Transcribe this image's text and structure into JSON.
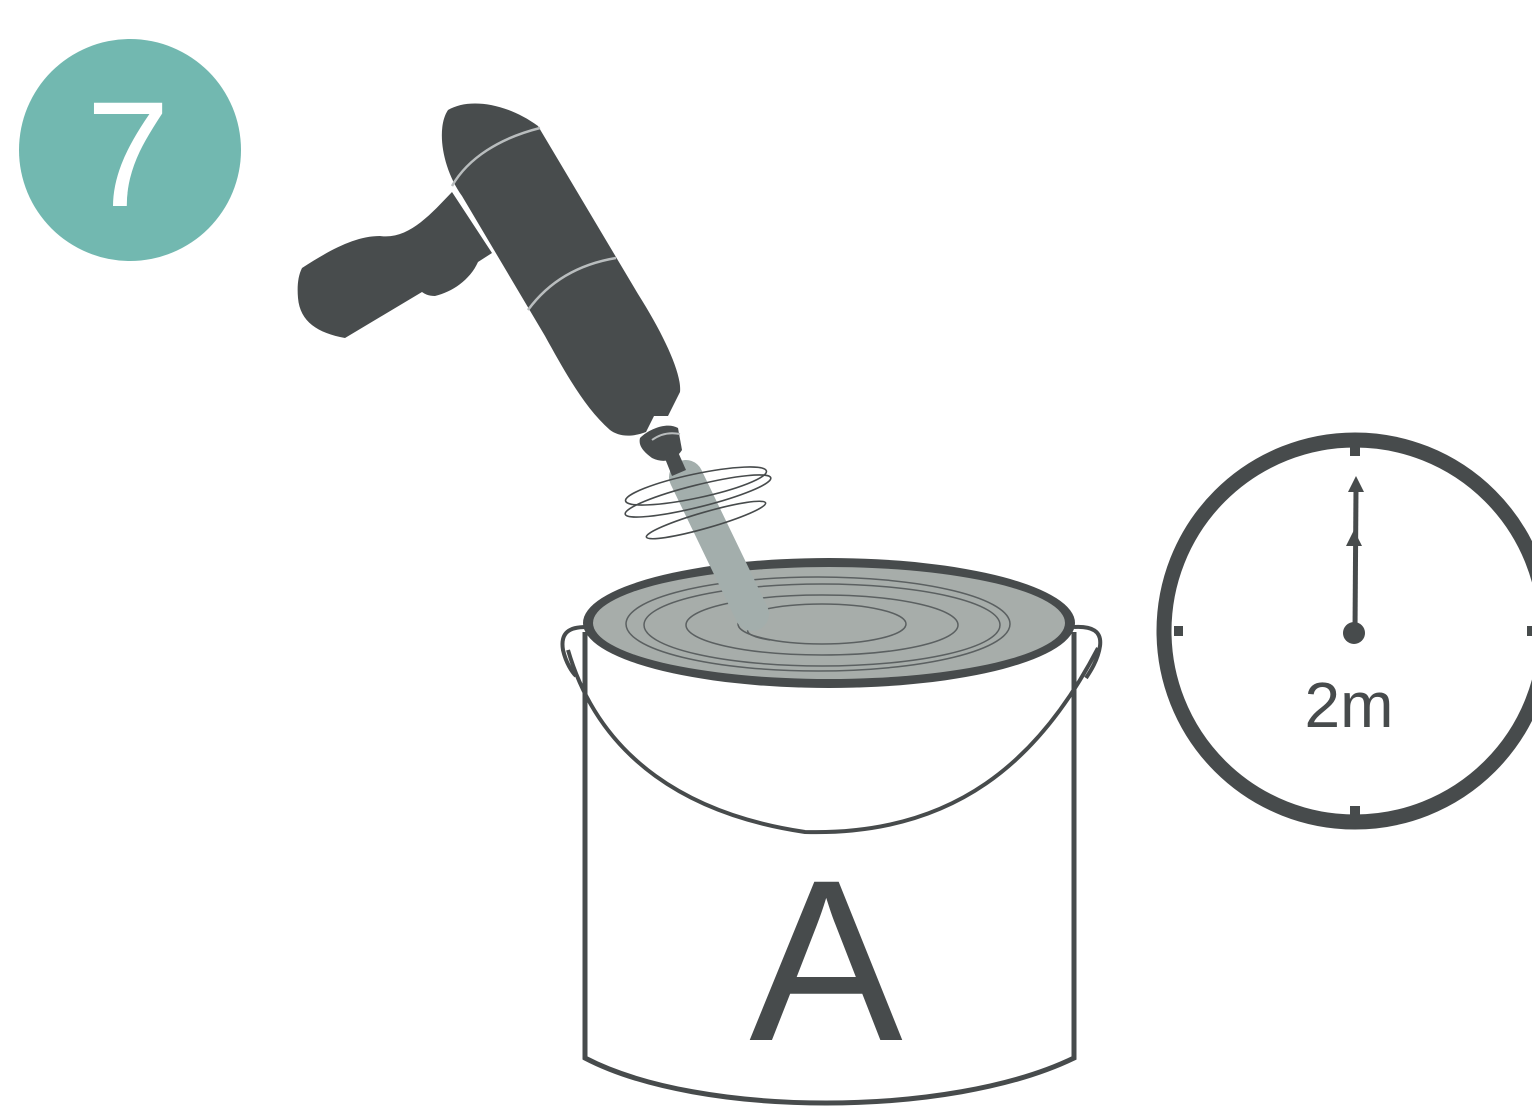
{
  "step": {
    "number": "7"
  },
  "can": {
    "label": "A"
  },
  "timer": {
    "duration_label": "2m"
  },
  "colors": {
    "step_badge": "#72b8b0",
    "tool_dark": "#484c4d",
    "paint_grey": "#a7adaa",
    "mixer_grey": "#a3aeac",
    "outline": "#474b4c",
    "background": "#ffffff"
  },
  "icons": {
    "tool": "power-drill-icon",
    "mixer": "paddle-mixer-icon",
    "container": "paint-can-icon",
    "timer": "clock-icon"
  }
}
